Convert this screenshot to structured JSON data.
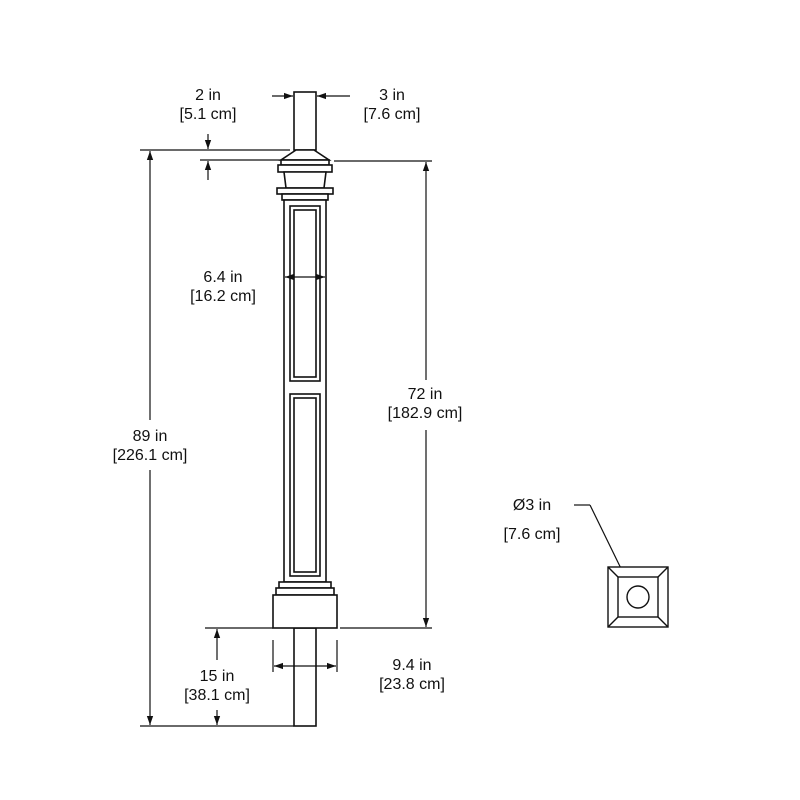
{
  "dimensions": {
    "top_left": {
      "value": "2 in",
      "metric": "[5.1 cm]"
    },
    "pipe_diameter": {
      "value": "3 in",
      "metric": "[7.6 cm]"
    },
    "shaft_width": {
      "value": "6.4 in",
      "metric": "[16.2 cm]"
    },
    "post_height": {
      "value": "72 in",
      "metric": "[182.9 cm]"
    },
    "overall_height": {
      "value": "89 in",
      "metric": "[226.1 cm]"
    },
    "bottom_pipe": {
      "value": "15 in",
      "metric": "[38.1 cm]"
    },
    "base_width": {
      "value": "9.4 in",
      "metric": "[23.8 cm]"
    },
    "hole_diameter": {
      "value": "Ø3 in",
      "metric": "[7.6 cm]"
    }
  },
  "colors": {
    "line": "#111111",
    "background": "#ffffff"
  }
}
